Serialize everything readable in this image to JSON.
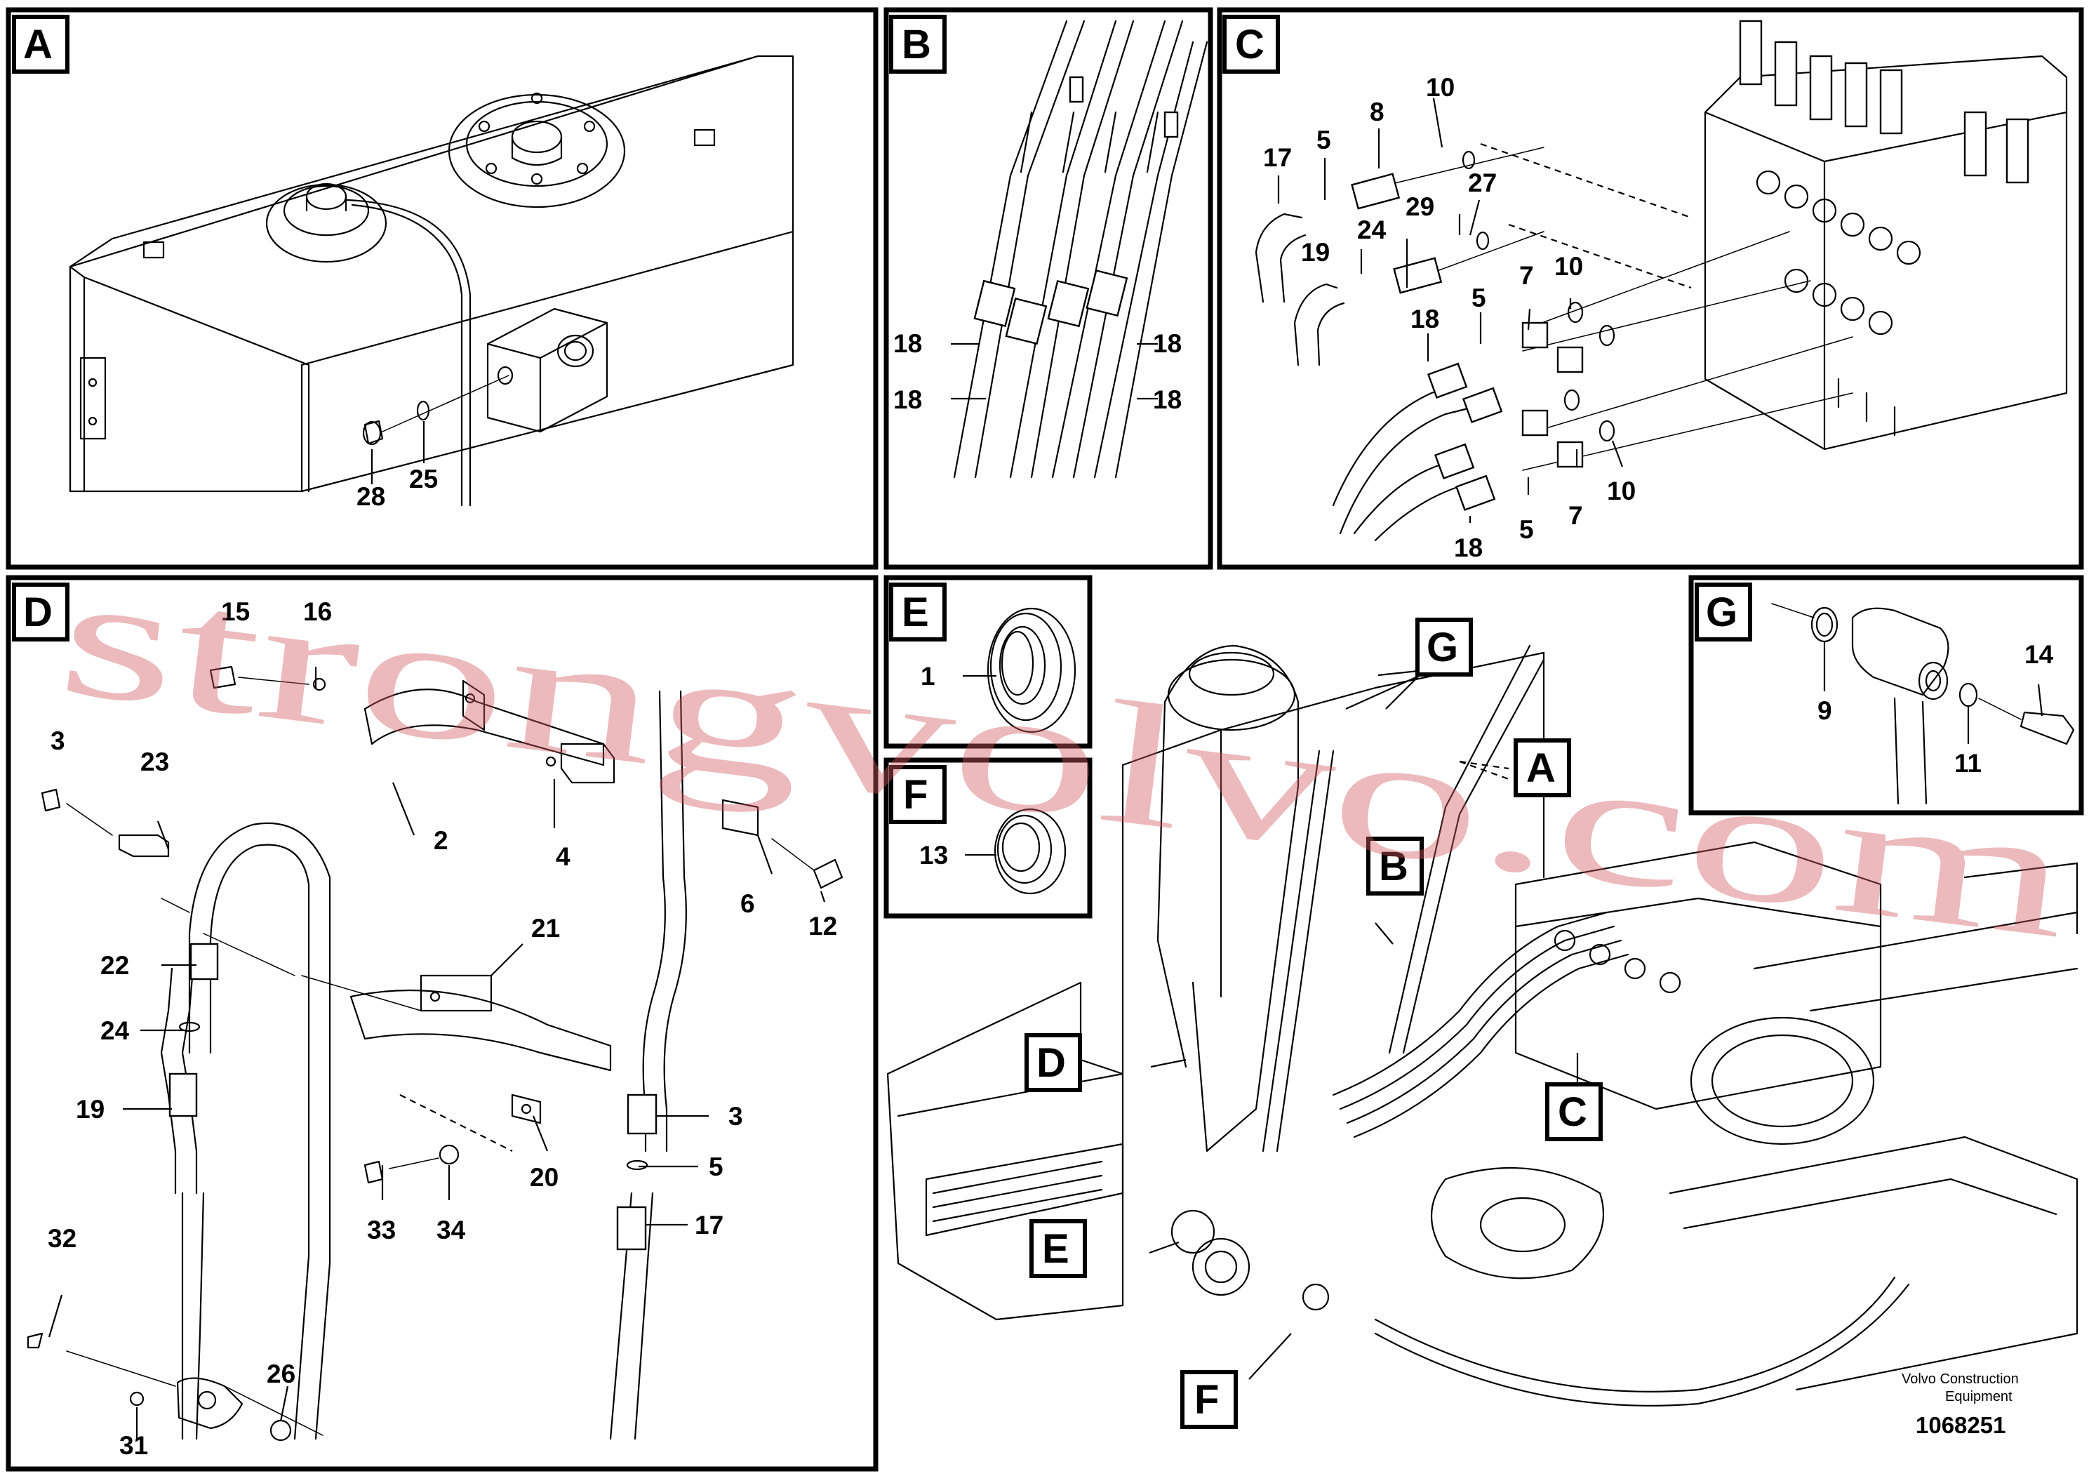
{
  "panels": {
    "A": {
      "tag": "A",
      "callouts": [
        "28",
        "25"
      ]
    },
    "B": {
      "tag": "B",
      "callouts": [
        "18",
        "18",
        "18",
        "18"
      ]
    },
    "C": {
      "tag": "C",
      "callouts": [
        "17",
        "5",
        "8",
        "10",
        "19",
        "24",
        "29",
        "27",
        "18",
        "5",
        "7",
        "10",
        "18",
        "5",
        "7",
        "10"
      ]
    },
    "D": {
      "tag": "D",
      "callouts": [
        "15",
        "16",
        "3",
        "23",
        "2",
        "4",
        "6",
        "12",
        "22",
        "21",
        "24",
        "19",
        "20",
        "3",
        "5",
        "17",
        "33",
        "34",
        "32",
        "31",
        "26"
      ]
    },
    "E": {
      "tag": "E",
      "callouts": [
        "1"
      ]
    },
    "F": {
      "tag": "F",
      "callouts": [
        "13"
      ]
    },
    "G": {
      "tag": "G",
      "callouts": [
        "9",
        "14",
        "11"
      ]
    },
    "overview": {
      "tags": [
        "G",
        "A",
        "B",
        "D",
        "C",
        "E",
        "F"
      ]
    }
  },
  "footer": {
    "brand_line1": "Volvo Construction",
    "brand_line2": "Equipment",
    "doc_number": "1068251"
  },
  "watermark": {
    "text": "strongvolvo.com",
    "color": "#d25a5f"
  }
}
